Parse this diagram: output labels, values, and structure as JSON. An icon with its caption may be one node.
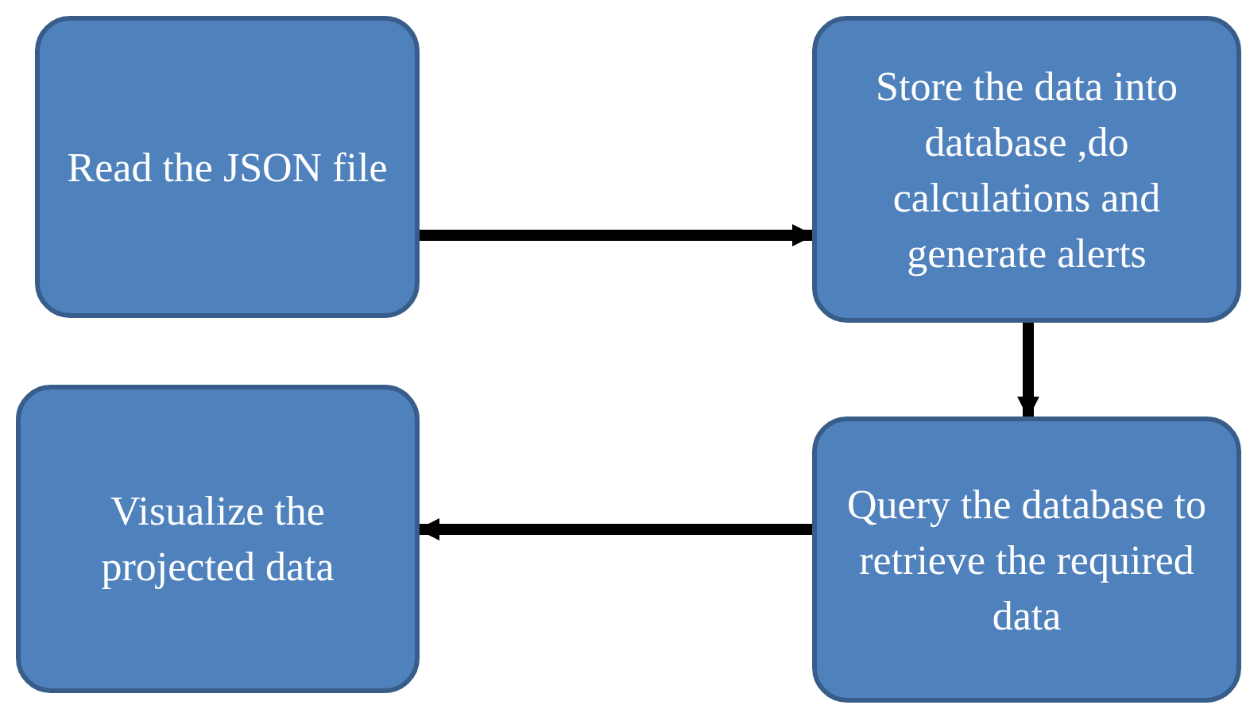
{
  "diagram": {
    "nodes": [
      {
        "text": [
          "Read the JSON file"
        ]
      },
      {
        "text": [
          "Store the data into database ,do calculations and generate alerts"
        ]
      },
      {
        "text": [
          "Query the database to retrieve the required data"
        ]
      },
      {
        "text": [
          "Visualize the projected data"
        ]
      }
    ],
    "edges": [
      {
        "from": 0,
        "to": 1,
        "arrow": "to"
      },
      {
        "from": 1,
        "to": 2,
        "arrow": "to"
      },
      {
        "from": 2,
        "to": 3,
        "arrow": "to"
      }
    ]
  }
}
